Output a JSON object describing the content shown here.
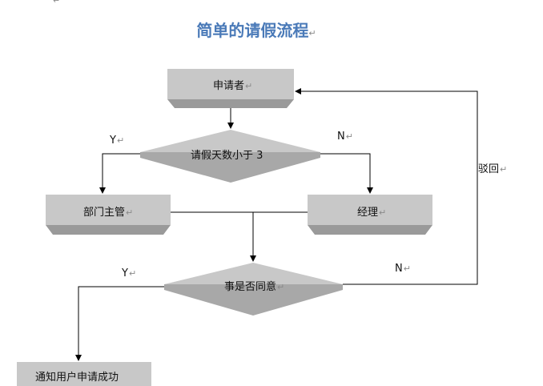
{
  "title": "简单的请假流程",
  "para_mark": "↵",
  "nodes": {
    "applicant": "申请者",
    "days_check": "请假天数小于 3",
    "dept_head": "部门主管",
    "manager": "经理",
    "agree_check": "事是否同意",
    "notify": "通知用户申请成功"
  },
  "edges": {
    "yes_left": "Y",
    "no_right": "N",
    "yes_bottom": "Y",
    "no_bottom": "N",
    "reject": "驳回"
  },
  "colors": {
    "title": "#4a7ab8",
    "box_face": "#c8c8c8",
    "box_side": "#9a9a9a",
    "line": "#000000"
  }
}
